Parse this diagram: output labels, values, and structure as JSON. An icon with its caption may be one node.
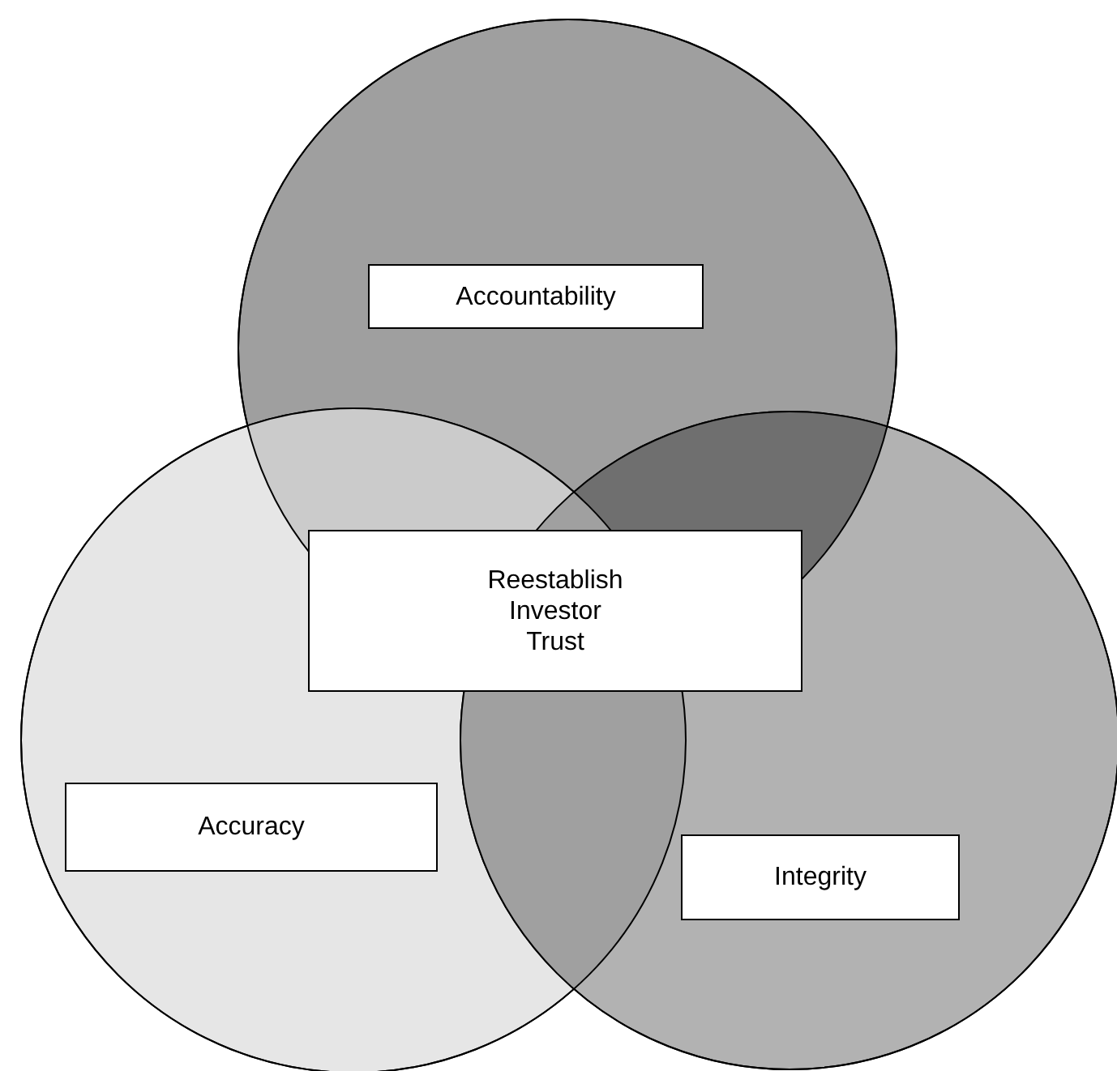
{
  "diagram": {
    "nodes": [
      {
        "text": [],
        "shape": "circle"
      },
      {
        "text": [],
        "shape": "circle"
      },
      {
        "text": [],
        "shape": "circle"
      },
      {
        "text": [
          "Accountability"
        ],
        "in": 0
      },
      {
        "text": [
          "Reestablish Investor Trust"
        ]
      },
      {
        "text": [
          "Accuracy"
        ],
        "in": 1
      },
      {
        "text": [
          "Integrity"
        ],
        "in": 2
      }
    ]
  }
}
